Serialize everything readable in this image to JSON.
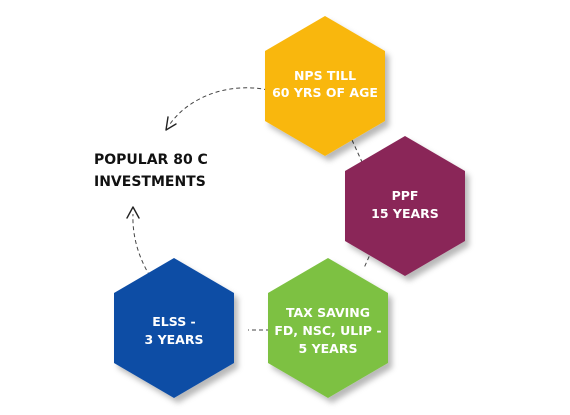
{
  "title": {
    "line1": "POPULAR 80 C",
    "line2": "INVESTMENTS"
  },
  "nodes": [
    {
      "id": "nps",
      "lines": [
        "NPS TILL",
        "60 YRS OF AGE"
      ],
      "color": "#F9B70F"
    },
    {
      "id": "ppf",
      "lines": [
        "PPF",
        "15 YEARS"
      ],
      "color": "#8A2859"
    },
    {
      "id": "tax-saving",
      "lines": [
        "TAX SAVING",
        "FD, NSC, ULIP -",
        "5 YEARS"
      ],
      "color": "#7DC143"
    },
    {
      "id": "elss",
      "lines": [
        "ELSS -",
        "3 YEARS"
      ],
      "color": "#0E4DA5"
    }
  ]
}
